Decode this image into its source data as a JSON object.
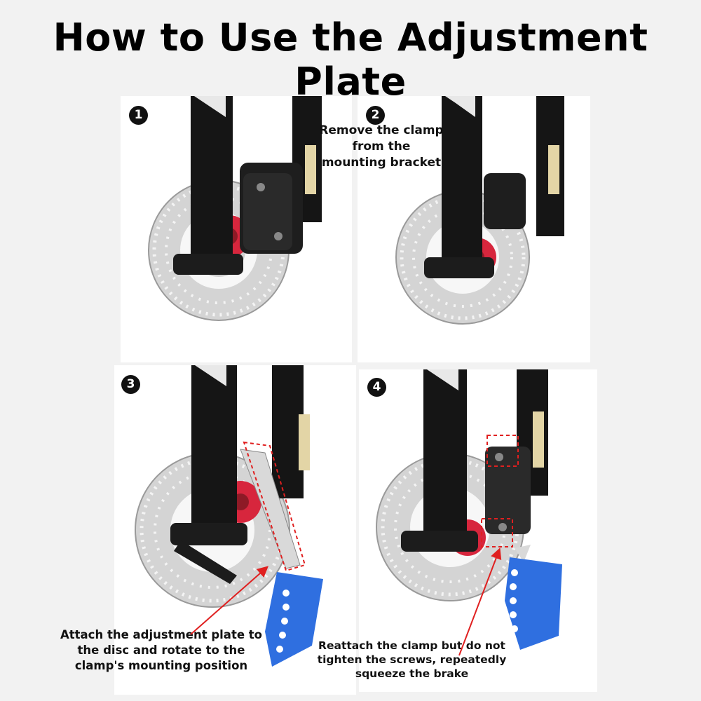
{
  "title": "How to Use the Adjustment Plate",
  "steps": [
    {
      "number": "1",
      "caption": ""
    },
    {
      "number": "2",
      "caption": "Remove the clamp from the mounting bracket"
    },
    {
      "number": "3",
      "caption": "Attach the adjustment plate to the disc and rotate to the clamp's mounting position"
    },
    {
      "number": "4",
      "caption": "Reattach the clamp but do not tighten the screws, repeatedly squeeze the brake"
    }
  ],
  "colors": {
    "accent_red": "#e02020",
    "plate_blue": "#2f6fe0",
    "fork_black": "#151515",
    "rotor_silver": "#d6d6d6",
    "hub_red": "#d7263d"
  },
  "icons": [
    "fork-image",
    "brake-rotor-image",
    "caliper-image",
    "adjustment-plate-image",
    "arrow-icon"
  ]
}
